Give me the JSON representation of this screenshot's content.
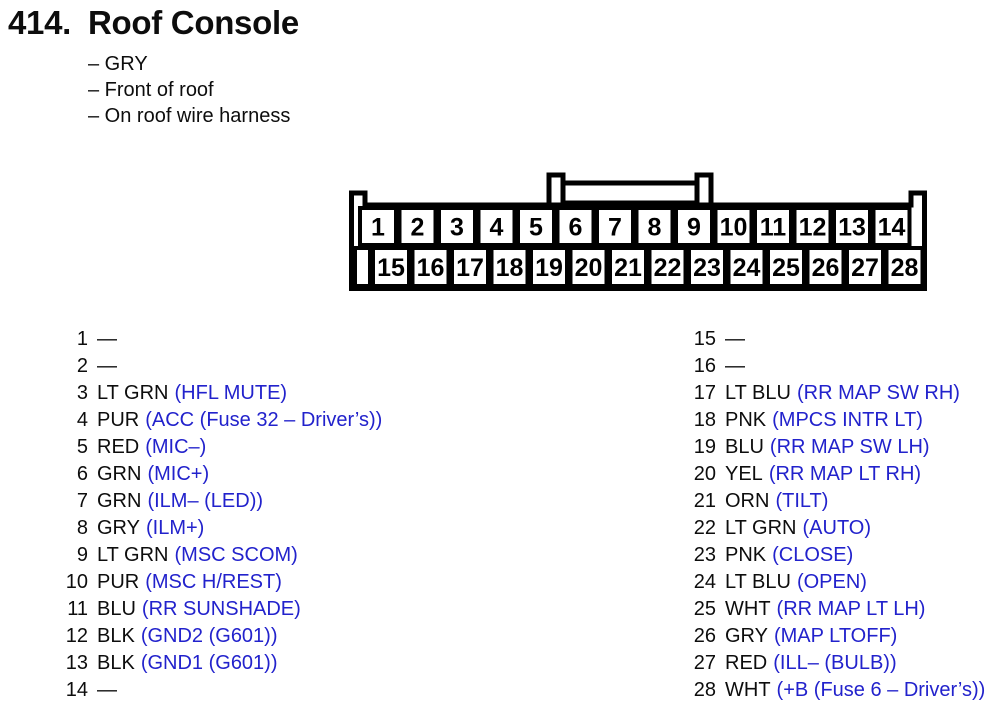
{
  "title": {
    "number": "414.",
    "name": "Roof Console"
  },
  "notes": [
    "– GRY",
    "– Front of roof",
    "– On roof wire harness"
  ],
  "colors": {
    "function_blue": "#2222cc",
    "text_black": "#0d0d0d"
  },
  "connector": {
    "top_pins": [
      "1",
      "2",
      "3",
      "4",
      "5",
      "6",
      "7",
      "8",
      "9",
      "10",
      "11",
      "12",
      "13",
      "14"
    ],
    "bottom_pins": [
      "15",
      "16",
      "17",
      "18",
      "19",
      "20",
      "21",
      "22",
      "23",
      "24",
      "25",
      "26",
      "27",
      "28"
    ]
  },
  "pinout": {
    "left": [
      {
        "num": "1",
        "wire": "—",
        "fn": ""
      },
      {
        "num": "2",
        "wire": "—",
        "fn": ""
      },
      {
        "num": "3",
        "wire": "LT GRN",
        "fn": "(HFL MUTE)"
      },
      {
        "num": "4",
        "wire": "PUR",
        "fn": "(ACC (Fuse 32 – Driver’s))"
      },
      {
        "num": "5",
        "wire": "RED",
        "fn": "(MIC–)"
      },
      {
        "num": "6",
        "wire": "GRN",
        "fn": "(MIC+)"
      },
      {
        "num": "7",
        "wire": "GRN",
        "fn": "(ILM– (LED))"
      },
      {
        "num": "8",
        "wire": "GRY",
        "fn": "(ILM+)"
      },
      {
        "num": "9",
        "wire": "LT GRN",
        "fn": "(MSC SCOM)"
      },
      {
        "num": "10",
        "wire": "PUR",
        "fn": "(MSC H/REST)"
      },
      {
        "num": "11",
        "wire": "BLU",
        "fn": "(RR SUNSHADE)"
      },
      {
        "num": "12",
        "wire": "BLK",
        "fn": "(GND2 (G601))"
      },
      {
        "num": "13",
        "wire": "BLK",
        "fn": "(GND1 (G601))"
      },
      {
        "num": "14",
        "wire": "—",
        "fn": ""
      }
    ],
    "right": [
      {
        "num": "15",
        "wire": "—",
        "fn": ""
      },
      {
        "num": "16",
        "wire": "—",
        "fn": ""
      },
      {
        "num": "17",
        "wire": "LT BLU",
        "fn": "(RR MAP SW RH)"
      },
      {
        "num": "18",
        "wire": "PNK",
        "fn": "(MPCS INTR LT)"
      },
      {
        "num": "19",
        "wire": "BLU",
        "fn": "(RR MAP SW LH)"
      },
      {
        "num": "20",
        "wire": "YEL",
        "fn": "(RR MAP LT RH)"
      },
      {
        "num": "21",
        "wire": "ORN",
        "fn": "(TILT)"
      },
      {
        "num": "22",
        "wire": "LT GRN",
        "fn": "(AUTO)"
      },
      {
        "num": "23",
        "wire": "PNK",
        "fn": "(CLOSE)"
      },
      {
        "num": "24",
        "wire": "LT BLU",
        "fn": "(OPEN)"
      },
      {
        "num": "25",
        "wire": "WHT",
        "fn": "(RR MAP LT LH)"
      },
      {
        "num": "26",
        "wire": "GRY",
        "fn": "(MAP LTOFF)"
      },
      {
        "num": "27",
        "wire": "RED",
        "fn": "(ILL– (BULB))"
      },
      {
        "num": "28",
        "wire": "WHT",
        "fn": "(+B (Fuse 6 – Driver’s))"
      }
    ]
  }
}
